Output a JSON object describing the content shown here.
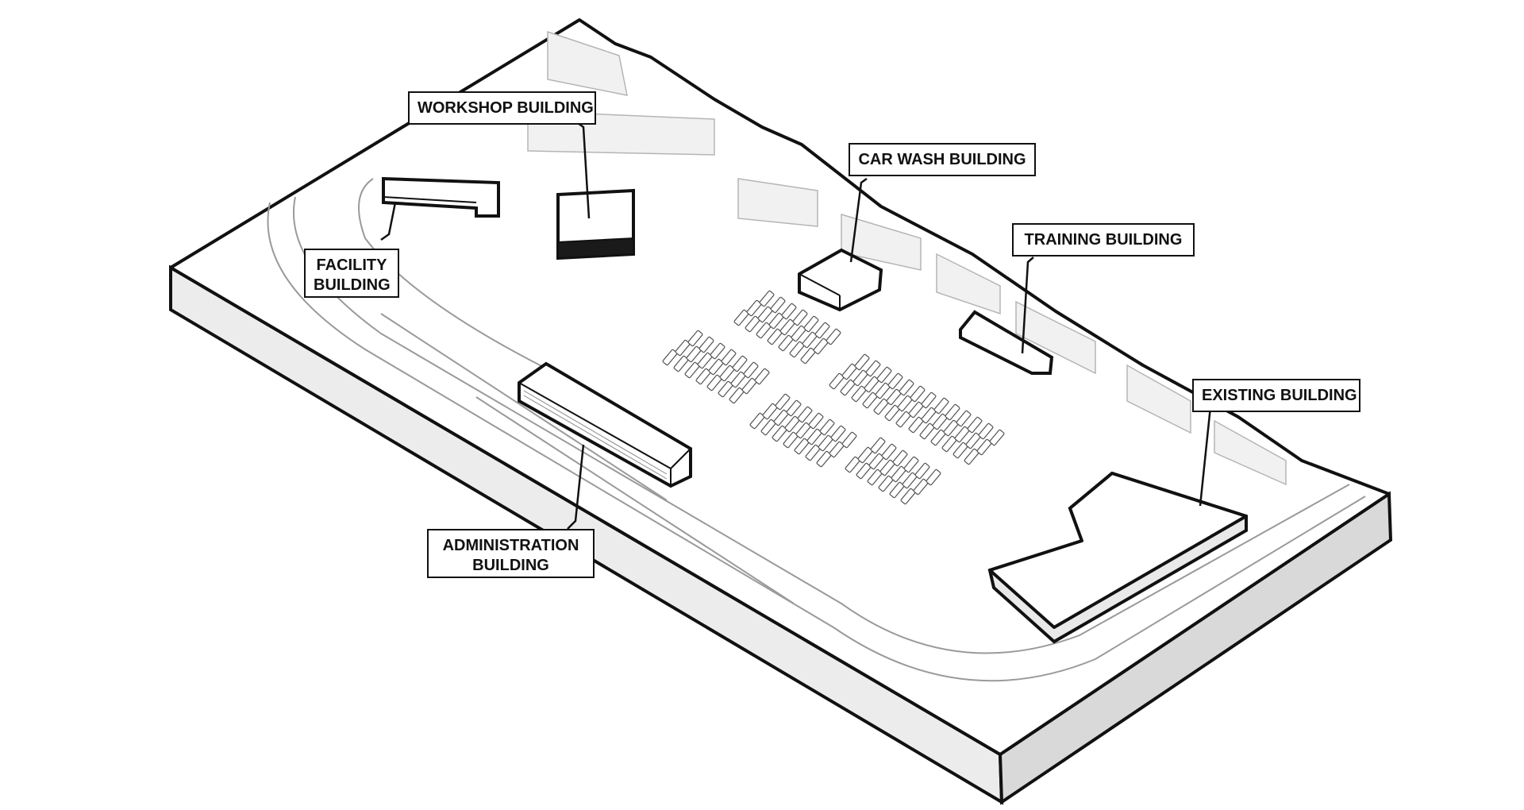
{
  "labels": {
    "workshop": "WORKSHOP BUILDING",
    "car_wash": "CAR WASH BUILDING",
    "training": "TRAINING BUILDING",
    "facility_line1": "FACILITY",
    "facility_line2": "BUILDING",
    "existing": "EXISTING BUILDING",
    "administration_line1": "ADMINISTRATION",
    "administration_line2": "BUILDING"
  },
  "colors": {
    "ink": "#111111",
    "paper": "#ffffff",
    "shade": "#e6e6e6",
    "shade_dark": "#cfcfcf",
    "line": "#9a9a9a"
  }
}
